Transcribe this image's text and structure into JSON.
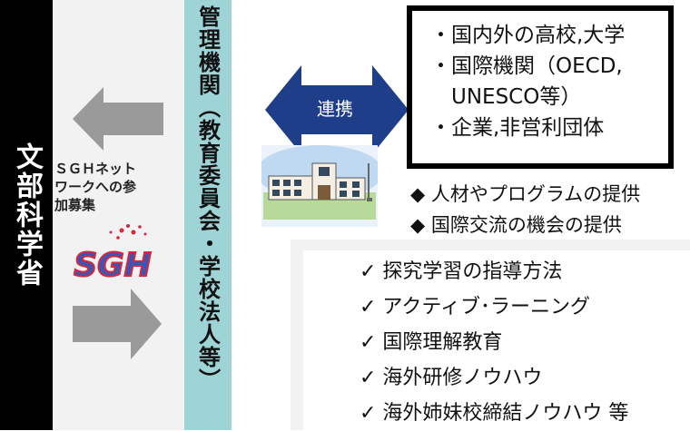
{
  "ministry": {
    "label": "文部科学省"
  },
  "management": {
    "label": "管理機関（教育委員会・学校法人等）"
  },
  "recruitment": {
    "lines": [
      "ＳＧＨネット",
      "ワークへの参",
      "加募集"
    ]
  },
  "sgh_logo": {
    "text": "SGH"
  },
  "collaboration": {
    "label": "連携"
  },
  "partners": {
    "items": [
      "・国内外の高校,大学",
      "・国際機関（OECD,",
      "　UNESCO等）",
      "・企業,非営利団体"
    ]
  },
  "provides": {
    "items": [
      "◆ 人材やプログラムの提供",
      "◆ 国際交流の機会の提供"
    ]
  },
  "know_how": {
    "items": [
      "✓ 探究学習の指導方法",
      "✓ アクティブ･ラーニング",
      "✓ 国際理解教育",
      "✓ 海外研修ノウハウ",
      "✓ 海外姉妹校締結ノウハウ 等"
    ]
  },
  "colors": {
    "ministry_bg": "#000000",
    "management_bg": "#9ed4d6",
    "collab_arrow": "#1f3e8a",
    "gray_arrow": "#9a9a9a",
    "panel_bg": "#f2f2f2"
  }
}
